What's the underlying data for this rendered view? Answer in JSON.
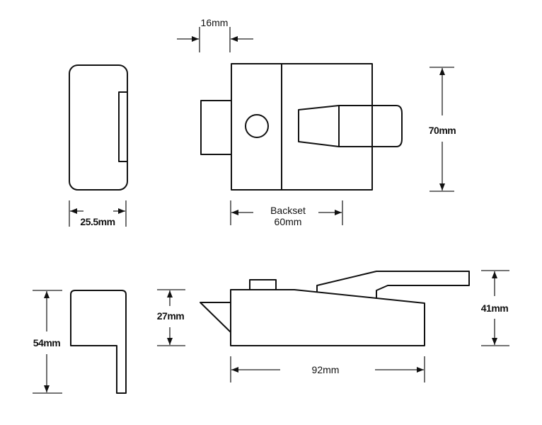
{
  "title": "Night latch dimension drawing",
  "dimensions": {
    "case_depth": "25.5mm",
    "bolt_projection": "16mm",
    "height": "70mm",
    "backset_label": "Backset",
    "backset_value": "60mm",
    "flange_height": "54mm",
    "body_depth": "27mm",
    "overall_depth": "41mm",
    "length": "92mm"
  },
  "colors": {
    "line": "#111111",
    "background": "#ffffff"
  }
}
